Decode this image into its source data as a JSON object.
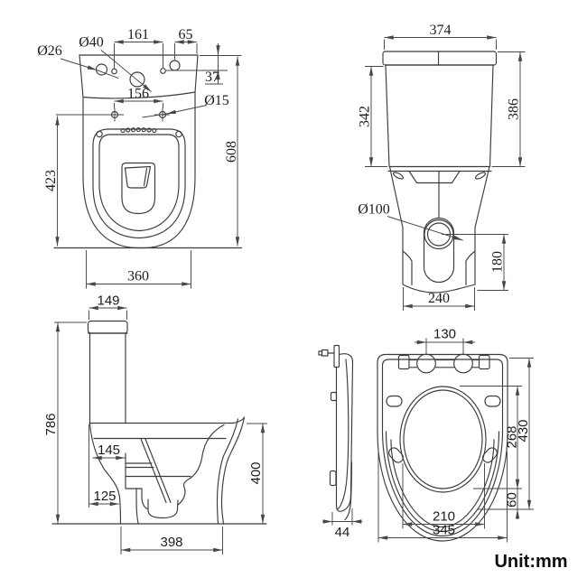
{
  "unit_label": "Unit:mm",
  "colors": {
    "background": "#ffffff",
    "line": "#3b3b3b",
    "dim_line": "#474747",
    "text": "#1c1c1c"
  },
  "views": {
    "front": {
      "dims": {
        "hole_left_dia": "Ø26",
        "hole_center_dia": "Ø40",
        "top_hole_spacing": "161",
        "top_right_offset": "65",
        "top_right_drop": "37",
        "seat_hole_spacing": "156",
        "seat_hole_dia": "Ø15",
        "bowl_height": "423",
        "total_height": "608",
        "width": "360"
      }
    },
    "back": {
      "dims": {
        "tank_width": "374",
        "tank_height": "342",
        "tank_total_height": "386",
        "outlet_dia": "Ø100",
        "outlet_height": "180",
        "base_width": "240"
      }
    },
    "side": {
      "dims": {
        "tank_depth": "149",
        "total_height": "786",
        "recess_upper": "145",
        "recess_lower": "125",
        "bowl_height": "400",
        "base_depth": "398"
      }
    },
    "seat": {
      "dims": {
        "hinge_spacing": "130",
        "opening_length": "268",
        "seat_length": "430",
        "front_gap": "60",
        "inner_width": "210",
        "seat_width": "345",
        "lid_thickness": "44"
      }
    }
  }
}
